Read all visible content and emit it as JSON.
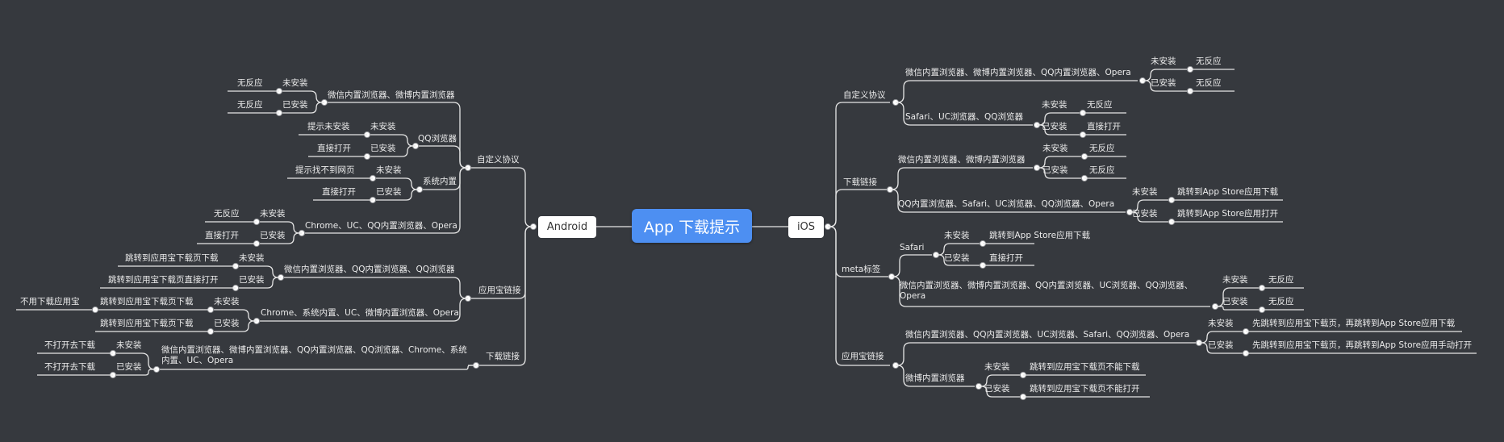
{
  "root": {
    "label": "App 下载提示"
  },
  "android": {
    "label": "Android",
    "custom_protocol": {
      "label": "自定义协议",
      "wechat_weibo": {
        "label": "微信内置浏览器、微博内置浏览器",
        "not_installed": {
          "label": "未安装",
          "result": "无反应"
        },
        "installed": {
          "label": "已安装",
          "result": "无反应"
        }
      },
      "qq_browser": {
        "label": "QQ浏览器",
        "not_installed": {
          "label": "未安装",
          "result": "提示未安装"
        },
        "installed": {
          "label": "已安装",
          "result": "直接打开"
        }
      },
      "system_builtin": {
        "label": "系统内置",
        "not_installed": {
          "label": "未安装",
          "result": "提示找不到网页"
        },
        "installed": {
          "label": "已安装",
          "result": "直接打开"
        }
      },
      "chrome_uc_qq_opera": {
        "label": "Chrome、UC、QQ内置浏览器、Opera",
        "not_installed": {
          "label": "未安装",
          "result": "无反应"
        },
        "installed": {
          "label": "已安装",
          "result": "直接打开"
        }
      }
    },
    "app_store_link": {
      "label": "应用宝链接",
      "wechat_qq": {
        "label": "微信内置浏览器、QQ内置浏览器、QQ浏览器",
        "not_installed": {
          "label": "未安装",
          "result": "跳转到应用宝下载页下载"
        },
        "installed": {
          "label": "已安装",
          "result": "跳转到应用宝下载页直接打开"
        }
      },
      "chrome_etc": {
        "label": "Chrome、系统内置、UC、微博内置浏览器、Opera",
        "not_installed": {
          "label": "未安装",
          "result": "跳转到应用宝下载页下载",
          "extra": "不用下载应用宝"
        },
        "installed": {
          "label": "已安装",
          "result": "跳转到应用宝下载页下载"
        }
      }
    },
    "download_link": {
      "label": "下载链接",
      "all_browsers": {
        "label": "微信内置浏览器、微博内置浏览器、QQ内置浏览器、QQ浏览器、Chrome、系统内置、UC、Opera",
        "not_installed": {
          "label": "未安装",
          "result": "不打开去下载"
        },
        "installed": {
          "label": "已安装",
          "result": "不打开去下载"
        }
      }
    }
  },
  "ios": {
    "label": "iOS",
    "custom_protocol": {
      "label": "自定义协议",
      "wechat_weibo_qq_opera": {
        "label": "微信内置浏览器、微博内置浏览器、QQ内置浏览器、Opera",
        "not_installed": {
          "label": "未安装",
          "result": "无反应"
        },
        "installed": {
          "label": "已安装",
          "result": "无反应"
        }
      },
      "safari_uc_qq": {
        "label": "Safari、UC浏览器、QQ浏览器",
        "not_installed": {
          "label": "未安装",
          "result": "无反应"
        },
        "installed": {
          "label": "已安装",
          "result": "直接打开"
        }
      }
    },
    "download_link": {
      "label": "下载链接",
      "wechat_weibo": {
        "label": "微信内置浏览器、微博内置浏览器",
        "not_installed": {
          "label": "未安装",
          "result": "无反应"
        },
        "installed": {
          "label": "已安装",
          "result": "无反应"
        }
      },
      "qq_safari_uc": {
        "label": "QQ内置浏览器、Safari、UC浏览器、QQ浏览器、Opera",
        "not_installed": {
          "label": "未安装",
          "result": "跳转到App Store应用下载"
        },
        "installed": {
          "label": "已安装",
          "result": "跳转到App Store应用打开"
        }
      }
    },
    "meta_tag": {
      "label": "meta标签",
      "safari": {
        "label": "Safari",
        "not_installed": {
          "label": "未安装",
          "result": "跳转到App Store应用下载"
        },
        "installed": {
          "label": "已安装",
          "result": "直接打开"
        }
      },
      "others": {
        "label": "微信内置浏览器、微博内置浏览器、QQ内置浏览器、UC浏览器、QQ浏览器、Opera",
        "not_installed": {
          "label": "未安装",
          "result": "无反应"
        },
        "installed": {
          "label": "已安装",
          "result": "无反应"
        }
      }
    },
    "app_store_link": {
      "label": "应用宝链接",
      "wechat_qq_uc_safari": {
        "label": "微信内置浏览器、QQ内置浏览器、UC浏览器、Safari、QQ浏览器、Opera",
        "not_installed": {
          "label": "未安装",
          "result": "先跳转到应用宝下载页，再跳转到App Store应用下载"
        },
        "installed": {
          "label": "已安装",
          "result": "先跳转到应用宝下载页，再跳转到App Store应用手动打开"
        }
      },
      "weibo": {
        "label": "微博内置浏览器",
        "not_installed": {
          "label": "未安装",
          "result": "跳转到应用宝下载页不能下载"
        },
        "installed": {
          "label": "已安装",
          "result": "跳转到应用宝下载页不能打开"
        }
      }
    }
  }
}
